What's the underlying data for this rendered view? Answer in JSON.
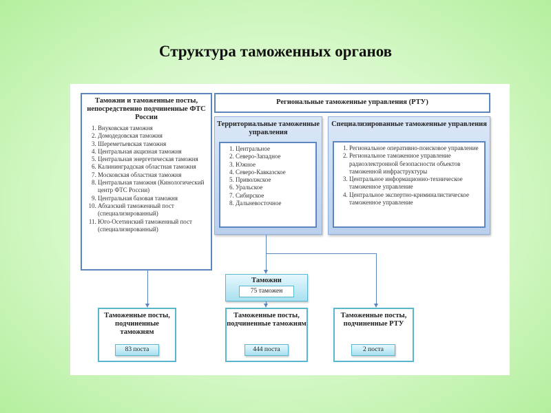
{
  "title": "Структура таможенных органов",
  "left_box": {
    "heading": "Таможни и таможенные посты, непосредственно подчиненные ФТС России",
    "items": [
      "Внуковская таможня",
      "Домодедовская таможня",
      "Шереметьевская таможня",
      "Центральная акцизная таможня",
      "Центральная энергетическая таможня",
      "Калининградская областная таможня",
      "Московская областная таможня",
      "Центральная таможня (Кинологический центр ФТС России)",
      "Центральная базовая таможня",
      "Абхазский таможенный пост (специализированный)",
      "Юго-Осетинский таможенный пост (специализированный)"
    ]
  },
  "rtu": {
    "heading": "Региональные таможенные управления (РТУ)"
  },
  "territorial": {
    "heading": "Территориальные таможенные управления",
    "items": [
      "Центральное",
      "Северо-Западное",
      "Южное",
      "Северо-Кавказское",
      "Приволжское",
      "Уральское",
      "Сибирское",
      "Дальневосточное"
    ]
  },
  "specialized": {
    "heading": "Специализированные таможенные управления",
    "items": [
      "Региональное оперативно-поисковое управление",
      "Региональное таможенное управление радиоэлектронной безопасности объектов таможенной инфраструктуры",
      "Центральное информационно-техническое таможенное управление",
      "Центральное экспертно-криминалистическое таможенное управление"
    ]
  },
  "customs": {
    "heading": "Таможни",
    "count": "75 таможен"
  },
  "posts": [
    {
      "heading": "Таможенные посты, подчиненные таможням",
      "count": "83 поста"
    },
    {
      "heading": "Таможенные посты, подчиненные таможням",
      "count": "444 поста"
    },
    {
      "heading": "Таможенные посты, подчиненные РТУ",
      "count": "2 поста"
    }
  ]
}
